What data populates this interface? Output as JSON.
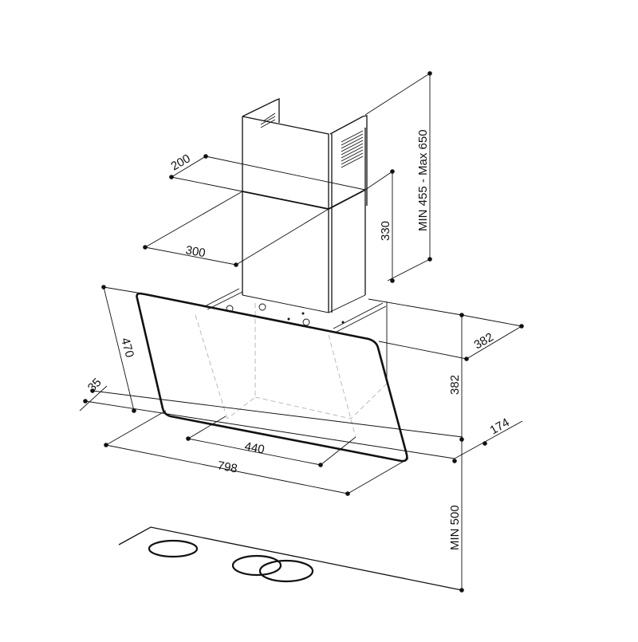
{
  "diagram": {
    "subject": "Inclined glass wall-mounted cooker hood – dimension drawing",
    "units": "mm",
    "dimensions": {
      "chimney_height": "MIN 455 - Max 650",
      "chimney_width": "300",
      "chimney_depth": "200",
      "chimney_lower_section": "330",
      "glass_panel_height": "470",
      "panel_offset": "35",
      "canopy_depth_top": "382",
      "canopy_height": "382",
      "canopy_depth_bottom": "174",
      "inner_width": "440",
      "overall_width": "798",
      "min_distance_to_hob": "MIN 500"
    },
    "components": [
      "chimney-upper",
      "chimney-lower",
      "vent-grille",
      "glass-panel",
      "motor-body",
      "hob",
      "hob-burners"
    ],
    "colors": {
      "line": "#111111",
      "hidden_line": "#aaaaaa",
      "background": "#ffffff"
    }
  }
}
